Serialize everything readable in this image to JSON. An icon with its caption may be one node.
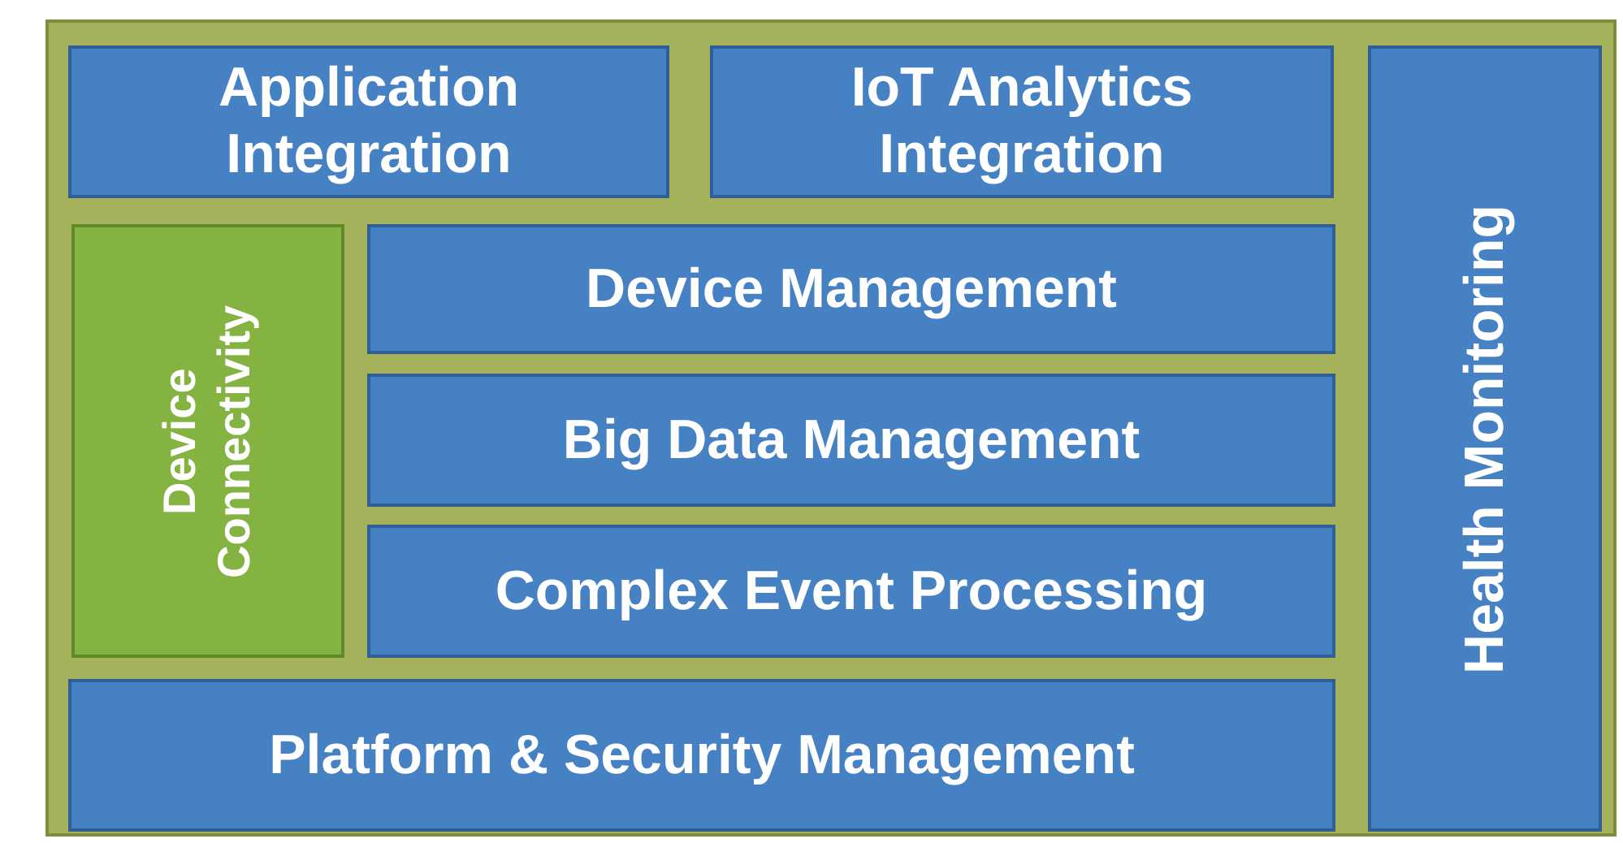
{
  "diagram": {
    "nodes": [
      {
        "text": [
          "Application Integration"
        ]
      },
      {
        "text": [
          "IoT Analytics Integration"
        ]
      },
      {
        "text": [
          "Health Monitoring"
        ]
      },
      {
        "text": [
          "Device Connectivity"
        ]
      },
      {
        "text": [
          "Device Management"
        ]
      },
      {
        "text": [
          "Big Data Management"
        ]
      },
      {
        "text": [
          "Complex Event Processing"
        ]
      },
      {
        "text": [
          "Platform & Security Management"
        ]
      }
    ],
    "edges": []
  }
}
